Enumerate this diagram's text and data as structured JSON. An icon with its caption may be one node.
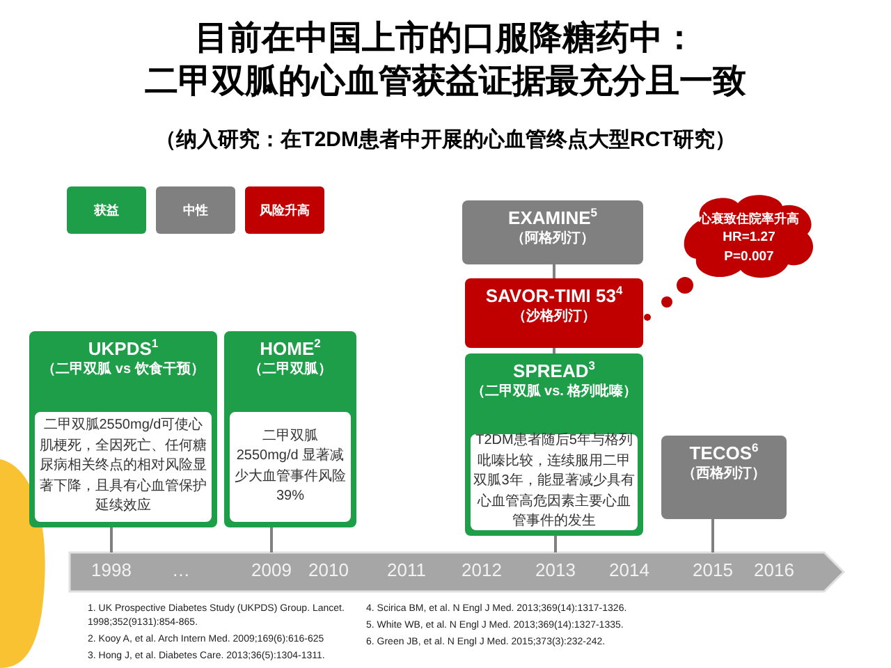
{
  "diagram": {
    "title": "目前在中国上市的口服降糖药中：二甲双胍的心血管获益证据最充分且一致",
    "nodes": [
      {
        "text": [
          "UKPDS$^{1}$",
          "（二甲双胍 vs 饮食干预）"
        ]
      },
      {
        "text": [
          "二甲双胍2550mg/d可使心肌梗死，全因死亡、任何糖尿病相关终点的相对风险显著下降，且具有心血管保护延续效应"
        ],
        "in": 0
      },
      {
        "text": [
          "HOME$^{2}$",
          "（二甲双胍）"
        ]
      },
      {
        "text": [
          "二甲双胍 2550mg/d 显著减少大血管事件风险39%"
        ],
        "in": 2
      },
      {
        "text": [
          "EXAMINE$^{5}$",
          "（阿格列汀）"
        ]
      },
      {
        "text": [
          "SAVOR-TIMI 53$^{4}$",
          "（沙格列汀）"
        ]
      },
      {
        "text": [
          "SPREAD$^{3}$",
          "（二甲双胍 vs. 格列吡嗪）"
        ]
      },
      {
        "text": [
          "T2DM患者随后5年与格列吡嗪比较，连续服用二甲双胍3年，能显著减少具有心血管高危因素主要心血管事件的发生"
        ],
        "in": 6
      },
      {
        "text": [
          "TECOS$^{6}$",
          "（西格列汀）"
        ]
      },
      {
        "text": [
          "心衰致住院率升高",
          "HR=1.27",
          "P=0.007"
        ]
      },
      {
        "text": [
          "1998"
        ]
      },
      {
        "text": [
          "2009"
        ]
      },
      {
        "text": [
          "2013"
        ]
      },
      {
        "text": [
          "2015"
        ]
      }
    ],
    "edges": [
      {
        "from": 0,
        "to": 10,
        "arrow": "none"
      },
      {
        "from": 2,
        "to": 11,
        "arrow": "none"
      },
      {
        "from": 4,
        "to": 5,
        "arrow": "none"
      },
      {
        "from": 5,
        "to": 6,
        "arrow": "none"
      },
      {
        "from": 6,
        "to": 12,
        "arrow": "none"
      },
      {
        "from": 8,
        "to": 13,
        "arrow": "none"
      }
    ],
    "labels": [
      "（纳入研究：在T2DM患者中开展的心血管终点大型RCT研究）",
      "…",
      "2010",
      "2011",
      "2012",
      "2014",
      "2016",
      "1. UK Prospective Diabetes Study (UKPDS) Group. Lancet. 1998;352(9131):854-865.",
      "2. Kooy A, et al. Arch Intern Med. 2009;169(6):616-625",
      "3. Hong J, et al. Diabetes Care. 2013;36(5):1304-1311.",
      "4. Scirica BM, et al. N Engl J Med. 2013;369(14):1317-1326.",
      "5. White WB, et al. N Engl J Med. 2013;369(14):1327-1335.",
      "6. Green JB, et al. N Engl J Med. 2015;373(3):232-242."
    ],
    "legend": [
      {
        "text": "获益",
        "color": "#1e9e48"
      },
      {
        "text": "中性",
        "color": "#808080"
      },
      {
        "text": "风险升高",
        "color": "#c00000"
      }
    ]
  }
}
